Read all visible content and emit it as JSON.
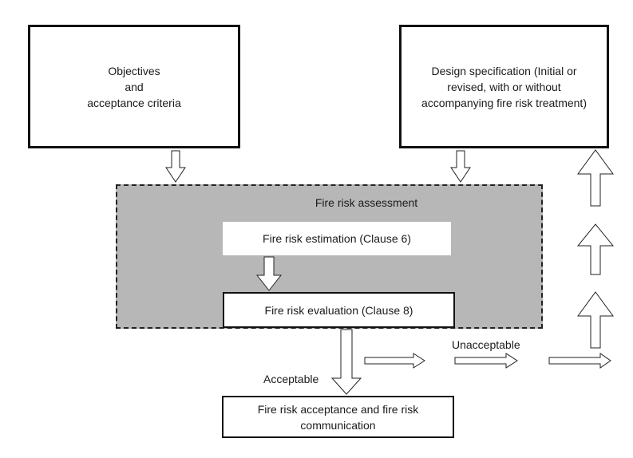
{
  "boxes": {
    "objectives": "Objectives\nand\nacceptance criteria",
    "design_specification": "Design specification (Initial or\nrevised, with or without\naccompanying fire risk treatment)",
    "assessment_title": "Fire risk assessment",
    "estimation": "Fire risk estimation (Clause 6)",
    "evaluation": "Fire risk evaluation (Clause 8)",
    "acceptance": "Fire risk acceptance and fire risk\ncommunication"
  },
  "flow_labels": {
    "unacceptable": "Unacceptable",
    "acceptable": "Acceptable"
  },
  "colors": {
    "panel_fill": "#b7b7b7",
    "arrow_fill": "#ffffff",
    "outline": "#111111"
  }
}
